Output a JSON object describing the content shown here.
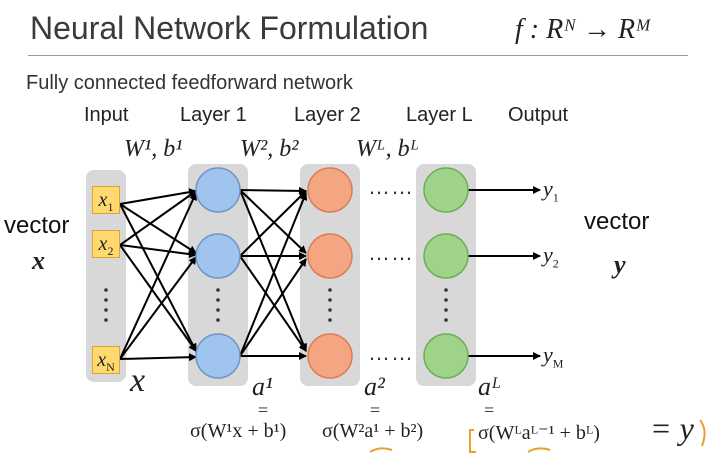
{
  "title": "Neural Network Formulation",
  "mapping": "f : Rᴺ → Rᴹ",
  "subtitle": "Fully connected feedforward network",
  "headers": {
    "input": "Input",
    "layer1": "Layer 1",
    "layer2": "Layer 2",
    "layerL": "Layer L",
    "output": "Output"
  },
  "weights": {
    "w1": "W¹, b¹",
    "w2": "W², b²",
    "wL": "Wᴸ, bᴸ"
  },
  "left_vector": {
    "word": "vector",
    "var": "x"
  },
  "right_vector": {
    "word": "vector",
    "var": "y"
  },
  "inputs": [
    {
      "base": "x",
      "sub": "1"
    },
    {
      "base": "x",
      "sub": "2"
    },
    {
      "base": "x",
      "sub": "N"
    }
  ],
  "outputs": [
    {
      "base": "y",
      "sub": "1"
    },
    {
      "base": "y",
      "sub": "2"
    },
    {
      "base": "y",
      "sub": "M"
    }
  ],
  "x_under_input": "x",
  "activations": {
    "a1": "a¹",
    "a2": "a²",
    "aL": "aᴸ"
  },
  "equals": "=",
  "ellipsis": "……",
  "formulas": {
    "f1": "σ(W¹x + b¹)",
    "f2": "σ(W²a¹ + b²)",
    "fL": "σ(Wᴸaᴸ⁻¹ + bᴸ)",
    "result": "= y"
  },
  "colors": {
    "panel": "#d8d8d8",
    "input_box": "#ffd870",
    "layer1": "#9fc4ee",
    "layer2": "#f4a582",
    "layerL": "#9fd38a",
    "annotation": "#e8a030"
  }
}
